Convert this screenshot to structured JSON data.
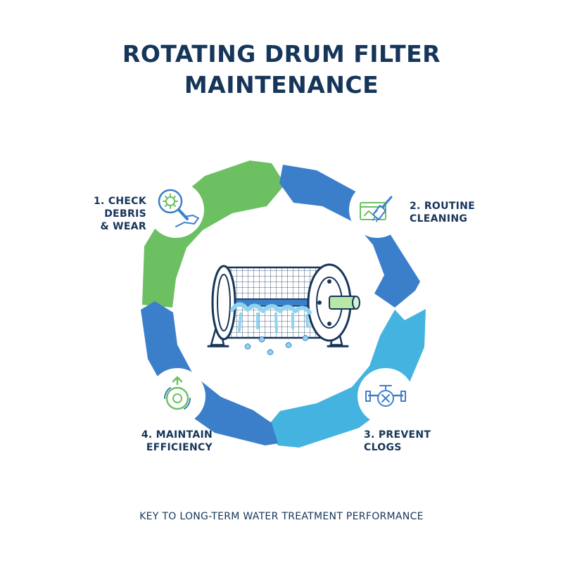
{
  "title": {
    "line1": "ROTATING DRUM FILTER",
    "line2": "MAINTENANCE"
  },
  "steps": [
    {
      "line1": "1. CHECK",
      "line2": "DEBRIS",
      "line3": "& WEAR",
      "icon": "magnifier-gear-icon",
      "color": "#6cc062"
    },
    {
      "line1": "2. ROUTINE",
      "line2": "CLEANING",
      "icon": "brush-screen-icon",
      "color": "#3b7fcb"
    },
    {
      "line1": "3. PREVENT",
      "line2": "CLOGS",
      "icon": "blocked-valve-icon",
      "color": "#45b3e0"
    },
    {
      "line1": "4. MAINTAIN",
      "line2": "EFFICIENCY",
      "icon": "gear-arrows-icon",
      "color": "#3b7fcb"
    }
  ],
  "center_icon": "rotating-drum-filter-icon",
  "colors": {
    "dark_blue": "#16355a",
    "green": "#6cc062",
    "blue": "#3b7fcb",
    "light_blue": "#45b3e0",
    "water": "#8fd3f0"
  },
  "footer": "KEY TO LONG-TERM WATER TREATMENT PERFORMANCE"
}
